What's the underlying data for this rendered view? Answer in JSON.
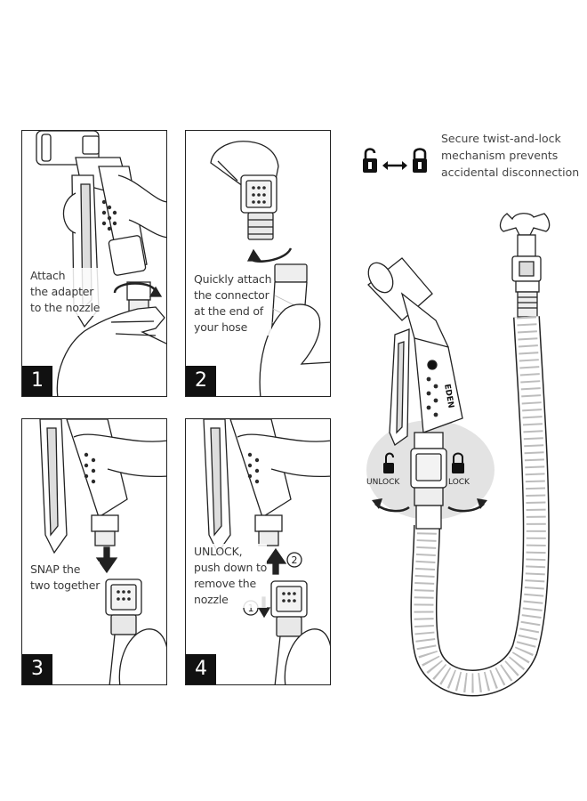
{
  "panels": [
    {
      "number": "1",
      "caption": [
        "Attach",
        "the adapter",
        "to the nozzle"
      ]
    },
    {
      "number": "2",
      "caption": [
        "Quickly attach",
        "the connector",
        "at the end of",
        "your hose"
      ]
    },
    {
      "number": "3",
      "caption": [
        "SNAP the",
        "two together"
      ]
    },
    {
      "number": "4",
      "caption": [
        "UNLOCK,",
        "push down to",
        "remove the",
        "nozzle"
      ],
      "steps": [
        "1",
        "2"
      ]
    }
  ],
  "legend": {
    "icons": [
      "lock-open-icon",
      "double-arrow-icon",
      "lock-closed-icon"
    ],
    "text": [
      "Secure twist-and-lock",
      "mechanism prevents",
      "accidental disconnection"
    ]
  },
  "hero": {
    "unlock_label": "UNLOCK",
    "lock_label": "LOCK",
    "brand": "EDEN"
  },
  "colors": {
    "line": "#222222",
    "dot": "#2b2b2b",
    "badge": "#111111",
    "mesh": "#bdbdbd"
  }
}
